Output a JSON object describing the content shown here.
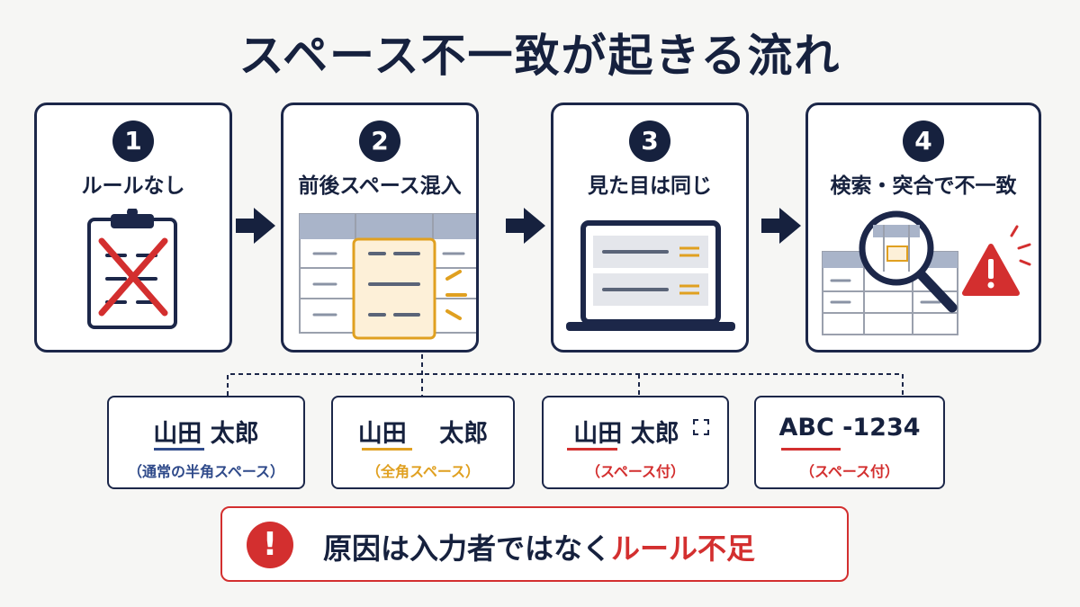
{
  "title": "スペース不一致が起きる流れ",
  "steps": [
    {
      "number": "1",
      "label": "ルールなし",
      "icon": "clipboard-crossed-icon"
    },
    {
      "number": "2",
      "label": "前後スペース混入",
      "icon": "spreadsheet-highlight-icon"
    },
    {
      "number": "3",
      "label": "見た目は同じ",
      "icon": "laptop-icon"
    },
    {
      "number": "4",
      "label": "検索・突合で不一致",
      "icon": "magnifier-warning-icon"
    }
  ],
  "examples": [
    {
      "text": "山田 太郎",
      "note": "（通常の半角スペース）",
      "color": "#2f4a8a"
    },
    {
      "text": "山田　 太郎",
      "note": "（全角スペース）",
      "color": "#e0a020"
    },
    {
      "text": "山田 太郎",
      "note": "（スペース付）",
      "color": "#d32f2f"
    },
    {
      "text": "ABC -1234",
      "note": "（スペース付）",
      "color": "#d32f2f"
    }
  ],
  "conclusion": {
    "prefix": "原因は入力者ではなく",
    "highlight": "ルール不足",
    "icon": "exclamation-icon"
  },
  "colors": {
    "navy": "#16213e",
    "red": "#d32f2f",
    "yellow": "#e0a020",
    "blue": "#2f4a8a"
  }
}
